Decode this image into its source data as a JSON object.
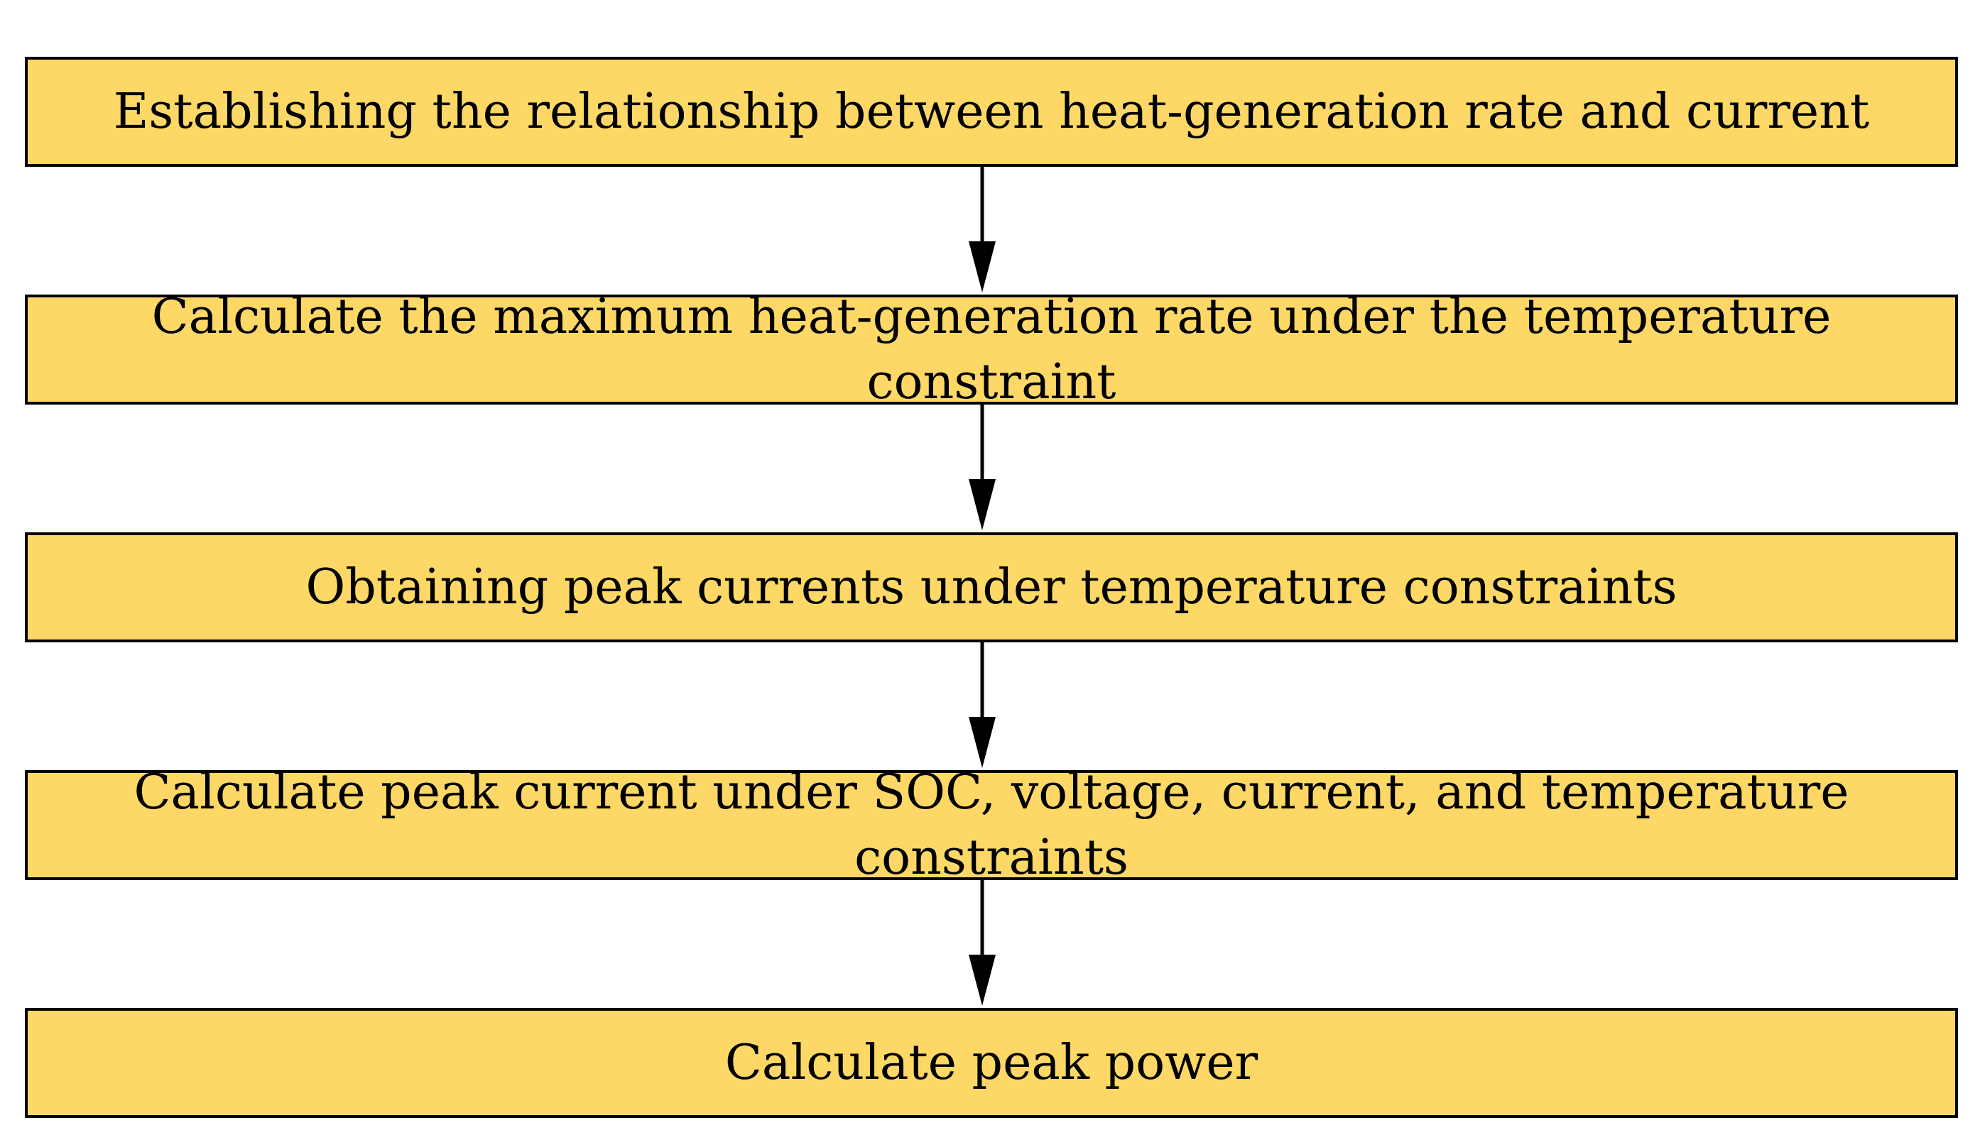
{
  "colors": {
    "box_fill": "#FDD866",
    "box_border": "#000000",
    "arrow": "#000000",
    "text": "#000000"
  },
  "steps": [
    {
      "label": "Establishing the relationship between heat-generation rate and current"
    },
    {
      "label": "Calculate the maximum heat-generation rate under the temperature constraint"
    },
    {
      "label": "Obtaining peak currents under temperature constraints"
    },
    {
      "label": "Calculate peak current under SOC, voltage, current, and temperature constraints"
    },
    {
      "label": "Calculate peak power"
    }
  ]
}
